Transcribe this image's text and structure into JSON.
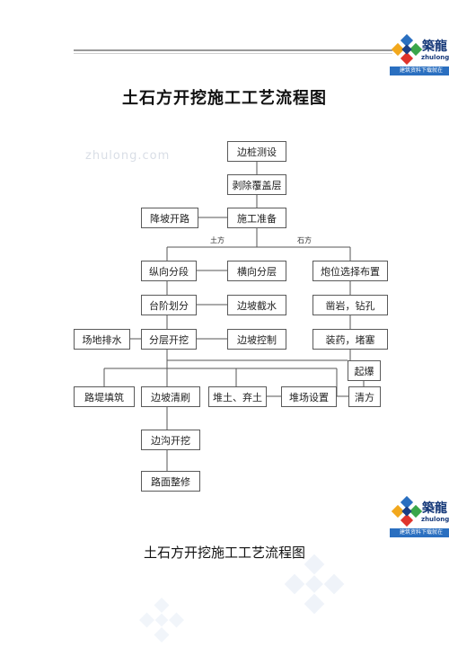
{
  "header": {
    "logo_brand": "築龍",
    "logo_domain": "zhulong",
    "logo_tagline": "建筑资料下载就在"
  },
  "watermark": "zhulong.com",
  "title": "土石方开挖施工工艺流程图",
  "caption": "土石方开挖施工工艺流程图",
  "flowchart": {
    "nodes": {
      "biangzhuang": "边桩测设",
      "boke": "剥除覆盖层",
      "jiangpo": "降坡开路",
      "zhunbei": "施工准备",
      "zongxiang": "纵向分段",
      "hengxiang": "横向分层",
      "paowei": "炮位选择布置",
      "taijie": "台阶划分",
      "jieshui": "边坡截水",
      "zuankong": "凿岩，钻孔",
      "paishui": "场地排水",
      "fenceng": "分层开挖",
      "kongzhi": "边坡控制",
      "zhuangyao": "装药，堵塞",
      "qibao": "起爆",
      "luti": "路堤填筑",
      "qingshua": "边坡清刷",
      "duitu": "堆土、弃土",
      "duichang": "堆场设置",
      "qingfang": "清方",
      "biangou": "边沟开挖",
      "lumian": "路面整修"
    },
    "branch_labels": {
      "earth": "土方",
      "stone": "石方"
    }
  }
}
